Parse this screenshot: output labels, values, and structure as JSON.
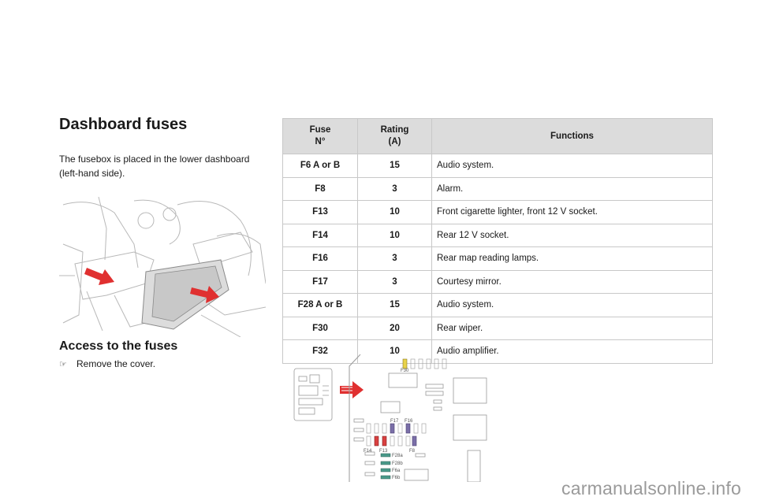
{
  "heading": "Dashboard fuses",
  "intro_text": "The fusebox is placed in the lower dashboard (left-hand side).",
  "access_heading": "Access to the fuses",
  "access_step": {
    "bullet_icon": "hand-pointer-icon",
    "text": "Remove the cover."
  },
  "fuse_table": {
    "headers": {
      "fuse_line1": "Fuse",
      "fuse_line2": "N°",
      "rating_line1": "Rating",
      "rating_line2": "(A)",
      "functions": "Functions"
    },
    "rows": [
      {
        "fuse": "F6 A or B",
        "rating": "15",
        "function": "Audio system."
      },
      {
        "fuse": "F8",
        "rating": "3",
        "function": "Alarm."
      },
      {
        "fuse": "F13",
        "rating": "10",
        "function": "Front cigarette lighter, front 12 V socket."
      },
      {
        "fuse": "F14",
        "rating": "10",
        "function": "Rear 12 V socket."
      },
      {
        "fuse": "F16",
        "rating": "3",
        "function": "Rear map reading lamps."
      },
      {
        "fuse": "F17",
        "rating": "3",
        "function": "Courtesy mirror."
      },
      {
        "fuse": "F28 A or B",
        "rating": "15",
        "function": "Audio system."
      },
      {
        "fuse": "F30",
        "rating": "20",
        "function": "Rear wiper."
      },
      {
        "fuse": "F32",
        "rating": "10",
        "function": "Audio amplifier."
      }
    ]
  },
  "fuse_diagram_labels": {
    "f30": "F30",
    "f17": "F17",
    "f16": "F16",
    "f14": "F14",
    "f13": "F13",
    "f8": "F8",
    "f28a": "F28a",
    "f28b": "F28b",
    "f6a": "F6a",
    "f6b": "F6b"
  },
  "colors": {
    "arrow_red": "#e03030",
    "header_gray": "#dcdcdc",
    "fuse_red": "#d94040",
    "fuse_yellow": "#e8d24a",
    "fuse_purple": "#7a6fa8",
    "fuse_green": "#4a9a8a"
  },
  "watermark": "carmanualsonline.info"
}
